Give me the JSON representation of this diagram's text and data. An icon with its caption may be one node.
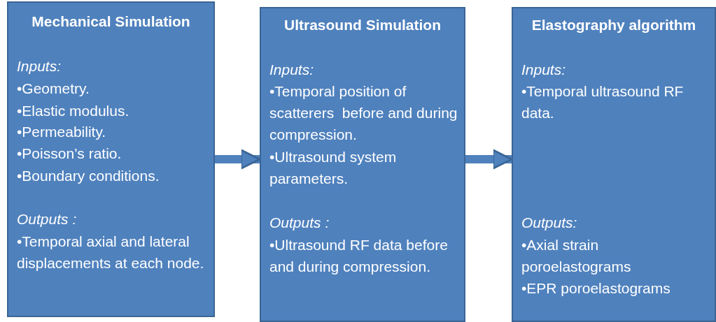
{
  "diagram": {
    "nodes": [
      {
        "text": [
          "Mechanical Simulation",
          "Inputs:",
          "•Geometry.",
          "•Elastic modulus.",
          "•Permeability.",
          "•Poisson’s ratio.",
          "•Boundary conditions.",
          "Outputs :",
          "•Temporal axial and lateral displacements at each node."
        ]
      },
      {
        "text": [
          "Ultrasound Simulation",
          "Inputs:",
          "•Temporal position of scatterers  before and during compression.",
          "•Ultrasound system parameters.",
          "Outputs :",
          "•Ultrasound RF data before and during compression."
        ]
      },
      {
        "text": [
          "Elastography algorithm",
          "Inputs:",
          "•Temporal ultrasound RF data.",
          "Outputs:",
          "•Axial strain poroelastograms",
          "•EPR poroelastograms"
        ]
      }
    ],
    "edges": [
      {
        "from": 0,
        "to": 1,
        "arrow": "to"
      },
      {
        "from": 1,
        "to": 2,
        "arrow": "to"
      }
    ]
  }
}
